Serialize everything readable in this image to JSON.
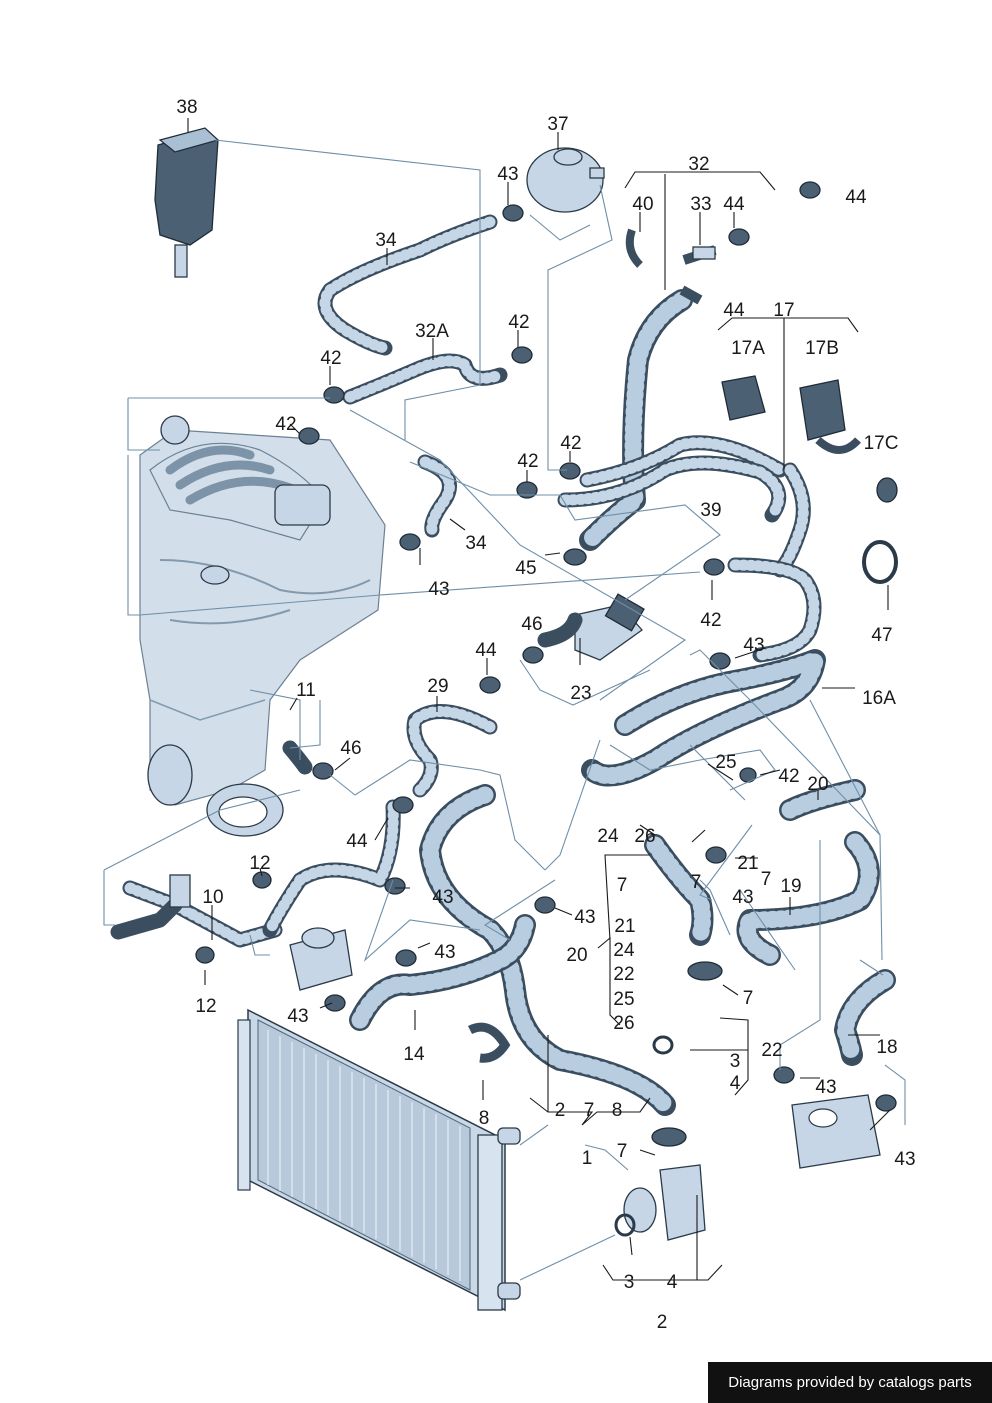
{
  "footer": {
    "text": "Diagrams provided by catalogs parts"
  },
  "callouts": {
    "c38": "38",
    "c37": "37",
    "c43a": "43",
    "c32": "32",
    "c44a": "44",
    "c40": "40",
    "c33": "33",
    "c44b": "44",
    "c34a": "34",
    "c44c": "44",
    "c17": "17",
    "c32A": "32A",
    "c42a": "42",
    "c42b": "42",
    "c17A": "17A",
    "c17B": "17B",
    "c42c": "42",
    "c42d": "42",
    "c17C": "17C",
    "c42e": "42",
    "c39": "39",
    "c34b": "34",
    "c45": "45",
    "c43b": "43",
    "c42f": "42",
    "c47": "47",
    "c46a": "46",
    "c44d": "44",
    "c43c": "43",
    "c29": "29",
    "c23": "23",
    "c16A": "16A",
    "c11": "11",
    "c46b": "46",
    "c25": "25",
    "c42g": "42",
    "c20a": "20",
    "c44e": "44",
    "c24a": "24",
    "c26a": "26",
    "c21a": "21",
    "c12a": "12",
    "c7a": "7",
    "c7b": "7",
    "c7c": "7",
    "c43d": "43",
    "c19": "19",
    "c10": "10",
    "c43e": "43",
    "c43f": "43",
    "c21b": "21",
    "c20b": "20",
    "c24b": "24",
    "c22a": "22",
    "c43g": "43",
    "c7d": "7",
    "c25b": "25",
    "c12b": "12",
    "c43h": "43",
    "c26b": "26",
    "c22b": "22",
    "c18": "18",
    "c14": "14",
    "c3a": "3",
    "c4a": "4",
    "c43i": "43",
    "c2a": "2",
    "c7e": "7",
    "c8a": "8",
    "c8b": "8",
    "c43j": "43",
    "c1": "1",
    "c7f": "7",
    "c3b": "3",
    "c4b": "4",
    "c2b": "2"
  }
}
